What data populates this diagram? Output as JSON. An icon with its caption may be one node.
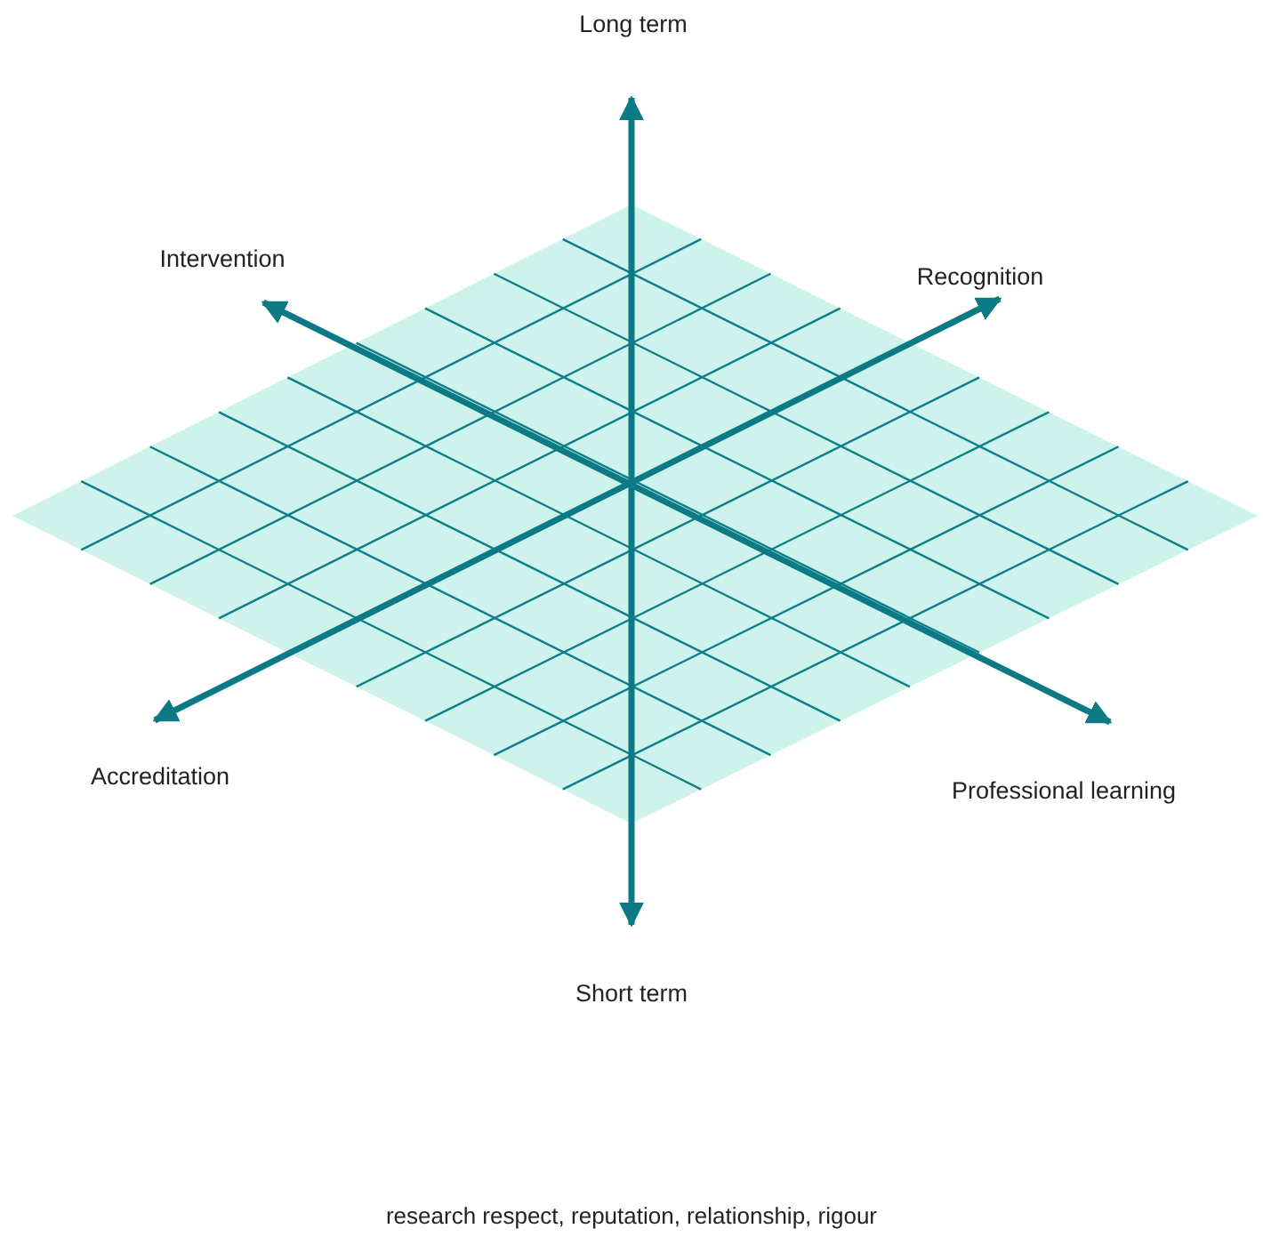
{
  "diagram": {
    "nodes": [
      {
        "text": [
          "Long term"
        ]
      },
      {
        "text": [
          "Intervention"
        ]
      },
      {
        "text": [
          "Recognition"
        ]
      },
      {
        "text": [
          "Accreditation"
        ]
      },
      {
        "text": [
          "Professional learning"
        ]
      },
      {
        "text": [
          "Short term"
        ]
      }
    ],
    "edges": [
      {
        "from": 5,
        "to": 0,
        "arrow": "both"
      },
      {
        "from": 1,
        "to": 4,
        "arrow": "both"
      },
      {
        "from": 3,
        "to": 2,
        "arrow": "both"
      }
    ],
    "labels": [
      "research respect, reputation, relationship, rigour"
    ]
  }
}
